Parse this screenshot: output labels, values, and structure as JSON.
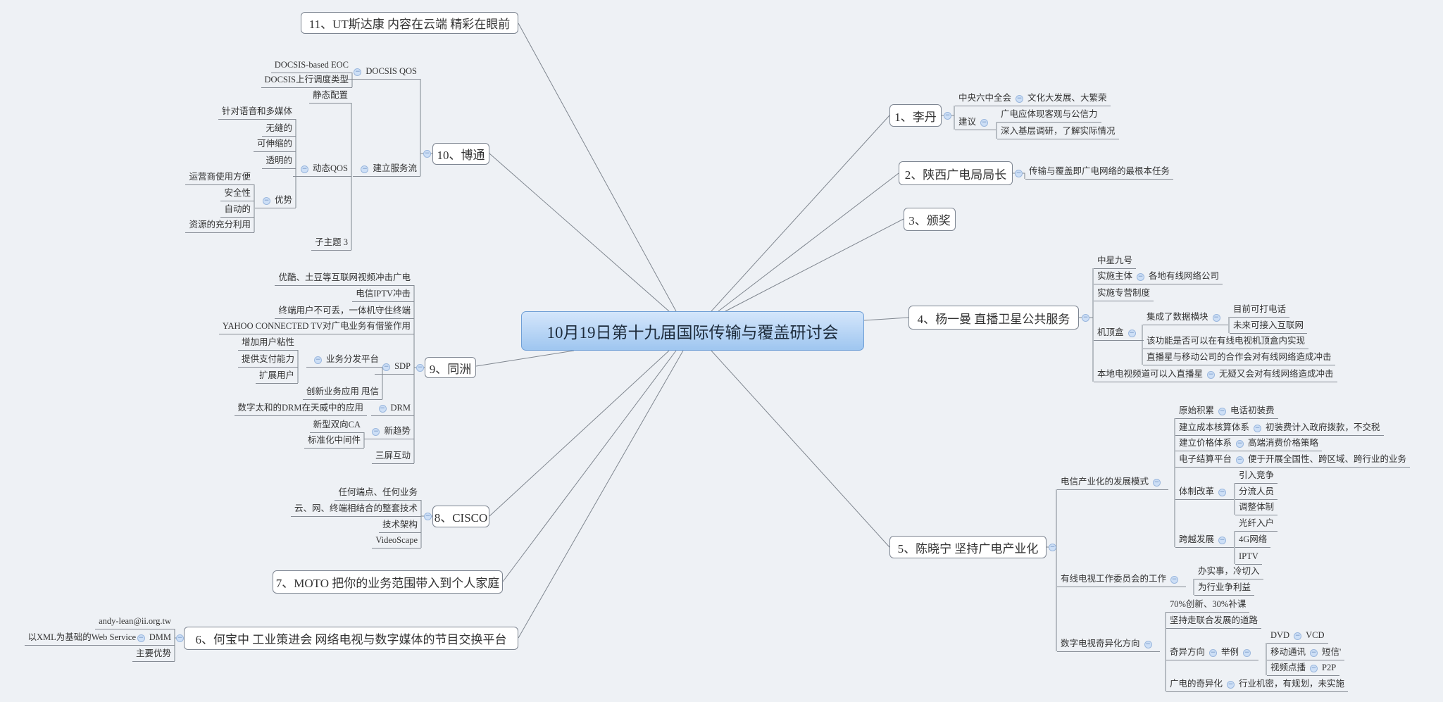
{
  "central": "10月19日第十九届国际传输与覆盖研讨会",
  "collapse_glyph": "−",
  "topics": [
    {
      "label": "1、李丹",
      "c": [
        {
          "label": "中央六中全会",
          "c": [
            {
              "label": "文化大发展、大繁荣"
            }
          ]
        },
        {
          "label": "建议",
          "c": [
            {
              "label": "广电应体现客观与公信力"
            },
            {
              "label": "深入基层调研，了解实际情况"
            }
          ]
        }
      ]
    },
    {
      "label": "2、陕西广电局局长",
      "c": [
        {
          "label": "传输与覆盖即广电网络的最根本任务"
        }
      ]
    },
    {
      "label": "3、颁奖"
    },
    {
      "label": "4、杨一曼 直播卫星公共服务",
      "c": [
        {
          "label": "中星九号"
        },
        {
          "label": "实施主体",
          "c": [
            {
              "label": "各地有线网络公司"
            }
          ]
        },
        {
          "label": "实施专营制度"
        },
        {
          "label": "机顶盒",
          "c": [
            {
              "label": "集成了数据横块",
              "c": [
                {
                  "label": "目前可打电话"
                },
                {
                  "label": "未来可接入互联网"
                }
              ]
            },
            {
              "label": "该功能是否可以在有线电视机顶盒内实现"
            },
            {
              "label": "直播星与移动公司的合作会对有线网络造成冲击"
            }
          ]
        },
        {
          "label": "本地电视频道可以入直播星",
          "c": [
            {
              "label": "无疑又会对有线网络造成冲击"
            }
          ]
        }
      ]
    },
    {
      "label": "5、陈晓宁 坚持广电产业化",
      "c": [
        {
          "label": "电信产业化的发展模式",
          "c": [
            {
              "label": "原始积累",
              "c": [
                {
                  "label": "电话初装费"
                }
              ]
            },
            {
              "label": "建立成本核算体系",
              "c": [
                {
                  "label": "初装费计入政府拨款，不交税"
                }
              ]
            },
            {
              "label": "建立价格体系",
              "c": [
                {
                  "label": "高端消费价格策略"
                }
              ]
            },
            {
              "label": "电子结算平台",
              "c": [
                {
                  "label": "便于开展全国性、跨区域、跨行业的业务"
                }
              ]
            },
            {
              "label": "体制改革",
              "c": [
                {
                  "label": "引入竞争"
                },
                {
                  "label": "分流人员"
                },
                {
                  "label": "调整体制"
                }
              ]
            },
            {
              "label": "跨越发展",
              "c": [
                {
                  "label": "光纤入户"
                },
                {
                  "label": "4G网络"
                },
                {
                  "label": "IPTV"
                }
              ]
            }
          ]
        },
        {
          "label": "有线电视工作委员会的工作",
          "c": [
            {
              "label": "办实事，冷切入"
            },
            {
              "label": "为行业争利益"
            }
          ]
        },
        {
          "label": "数字电视奇异化方向",
          "c": [
            {
              "label": "70%创新、30%补课"
            },
            {
              "label": "坚持走联合发展的道路"
            },
            {
              "label": "奇异方向",
              "c": [
                {
                  "label": "举例",
                  "c": [
                    {
                      "label": "DVD",
                      "c": [
                        {
                          "label": "VCD"
                        }
                      ]
                    },
                    {
                      "label": "移动通讯",
                      "c": [
                        {
                          "label": "短信'"
                        }
                      ]
                    },
                    {
                      "label": "视频点播",
                      "c": [
                        {
                          "label": "P2P"
                        }
                      ]
                    }
                  ]
                }
              ]
            },
            {
              "label": "广电的奇异化",
              "c": [
                {
                  "label": "行业机密，有规划，未实施"
                }
              ]
            }
          ]
        }
      ]
    },
    {
      "label": "6、何宝中 工业策进会 网络电视与数字媒体的节目交换平台",
      "c": [
        {
          "label": "andy-lean@ii.org.tw"
        },
        {
          "label": "DMM",
          "c": [
            {
              "label": "以XML为基础的Web Service"
            }
          ]
        },
        {
          "label": "主要优势"
        }
      ]
    },
    {
      "label": "7、MOTO 把你的业务范围带入到个人家庭"
    },
    {
      "label": "8、CISCO",
      "c": [
        {
          "label": "任何端点、任何业务"
        },
        {
          "label": "云、网、终端相结合的整套技术"
        },
        {
          "label": "技术架构"
        },
        {
          "label": "VideoScape"
        }
      ]
    },
    {
      "label": "9、同洲",
      "c": [
        {
          "label": "优酷、土豆等互联网视频冲击广电"
        },
        {
          "label": "电信IPTV冲击"
        },
        {
          "label": "终端用户不可丢，一体机守住终端"
        },
        {
          "label": "YAHOO CONNECTED TV对广电业务有借鉴作用"
        },
        {
          "label": "SDP",
          "c": [
            {
              "label": "业务分发平台",
              "c": [
                {
                  "label": "增加用户粘性"
                },
                {
                  "label": "提供支付能力"
                },
                {
                  "label": "扩展用户"
                }
              ]
            },
            {
              "label": "创新业务应用 甩信"
            }
          ]
        },
        {
          "label": "DRM",
          "c": [
            {
              "label": "数字太和的DRM在天威中的应用"
            }
          ]
        },
        {
          "label": "新趋势",
          "c": [
            {
              "label": "新型双向CA"
            },
            {
              "label": "标准化中间件"
            }
          ]
        },
        {
          "label": "三屏互动"
        }
      ]
    },
    {
      "label": "10、博通",
      "c": [
        {
          "label": "DOCSIS QOS",
          "c": [
            {
              "label": "DOCSIS-based EOC"
            },
            {
              "label": "DOCSIS上行调度类型"
            }
          ]
        },
        {
          "label": "建立服务流",
          "c": [
            {
              "label": "静态配置"
            },
            {
              "label": "动态QOS",
              "c": [
                {
                  "label": "针对语音和多媒体"
                },
                {
                  "label": "无缝的"
                },
                {
                  "label": "可伸缩的"
                },
                {
                  "label": "透明的"
                },
                {
                  "label": "优势",
                  "c": [
                    {
                      "label": "运营商使用方便"
                    },
                    {
                      "label": "安全性"
                    },
                    {
                      "label": "自动的"
                    },
                    {
                      "label": "资源的充分利用"
                    }
                  ]
                }
              ]
            },
            {
              "label": "子主题 3"
            }
          ]
        }
      ]
    },
    {
      "label": "11、UT斯达康 内容在云端 精彩在眼前"
    }
  ]
}
